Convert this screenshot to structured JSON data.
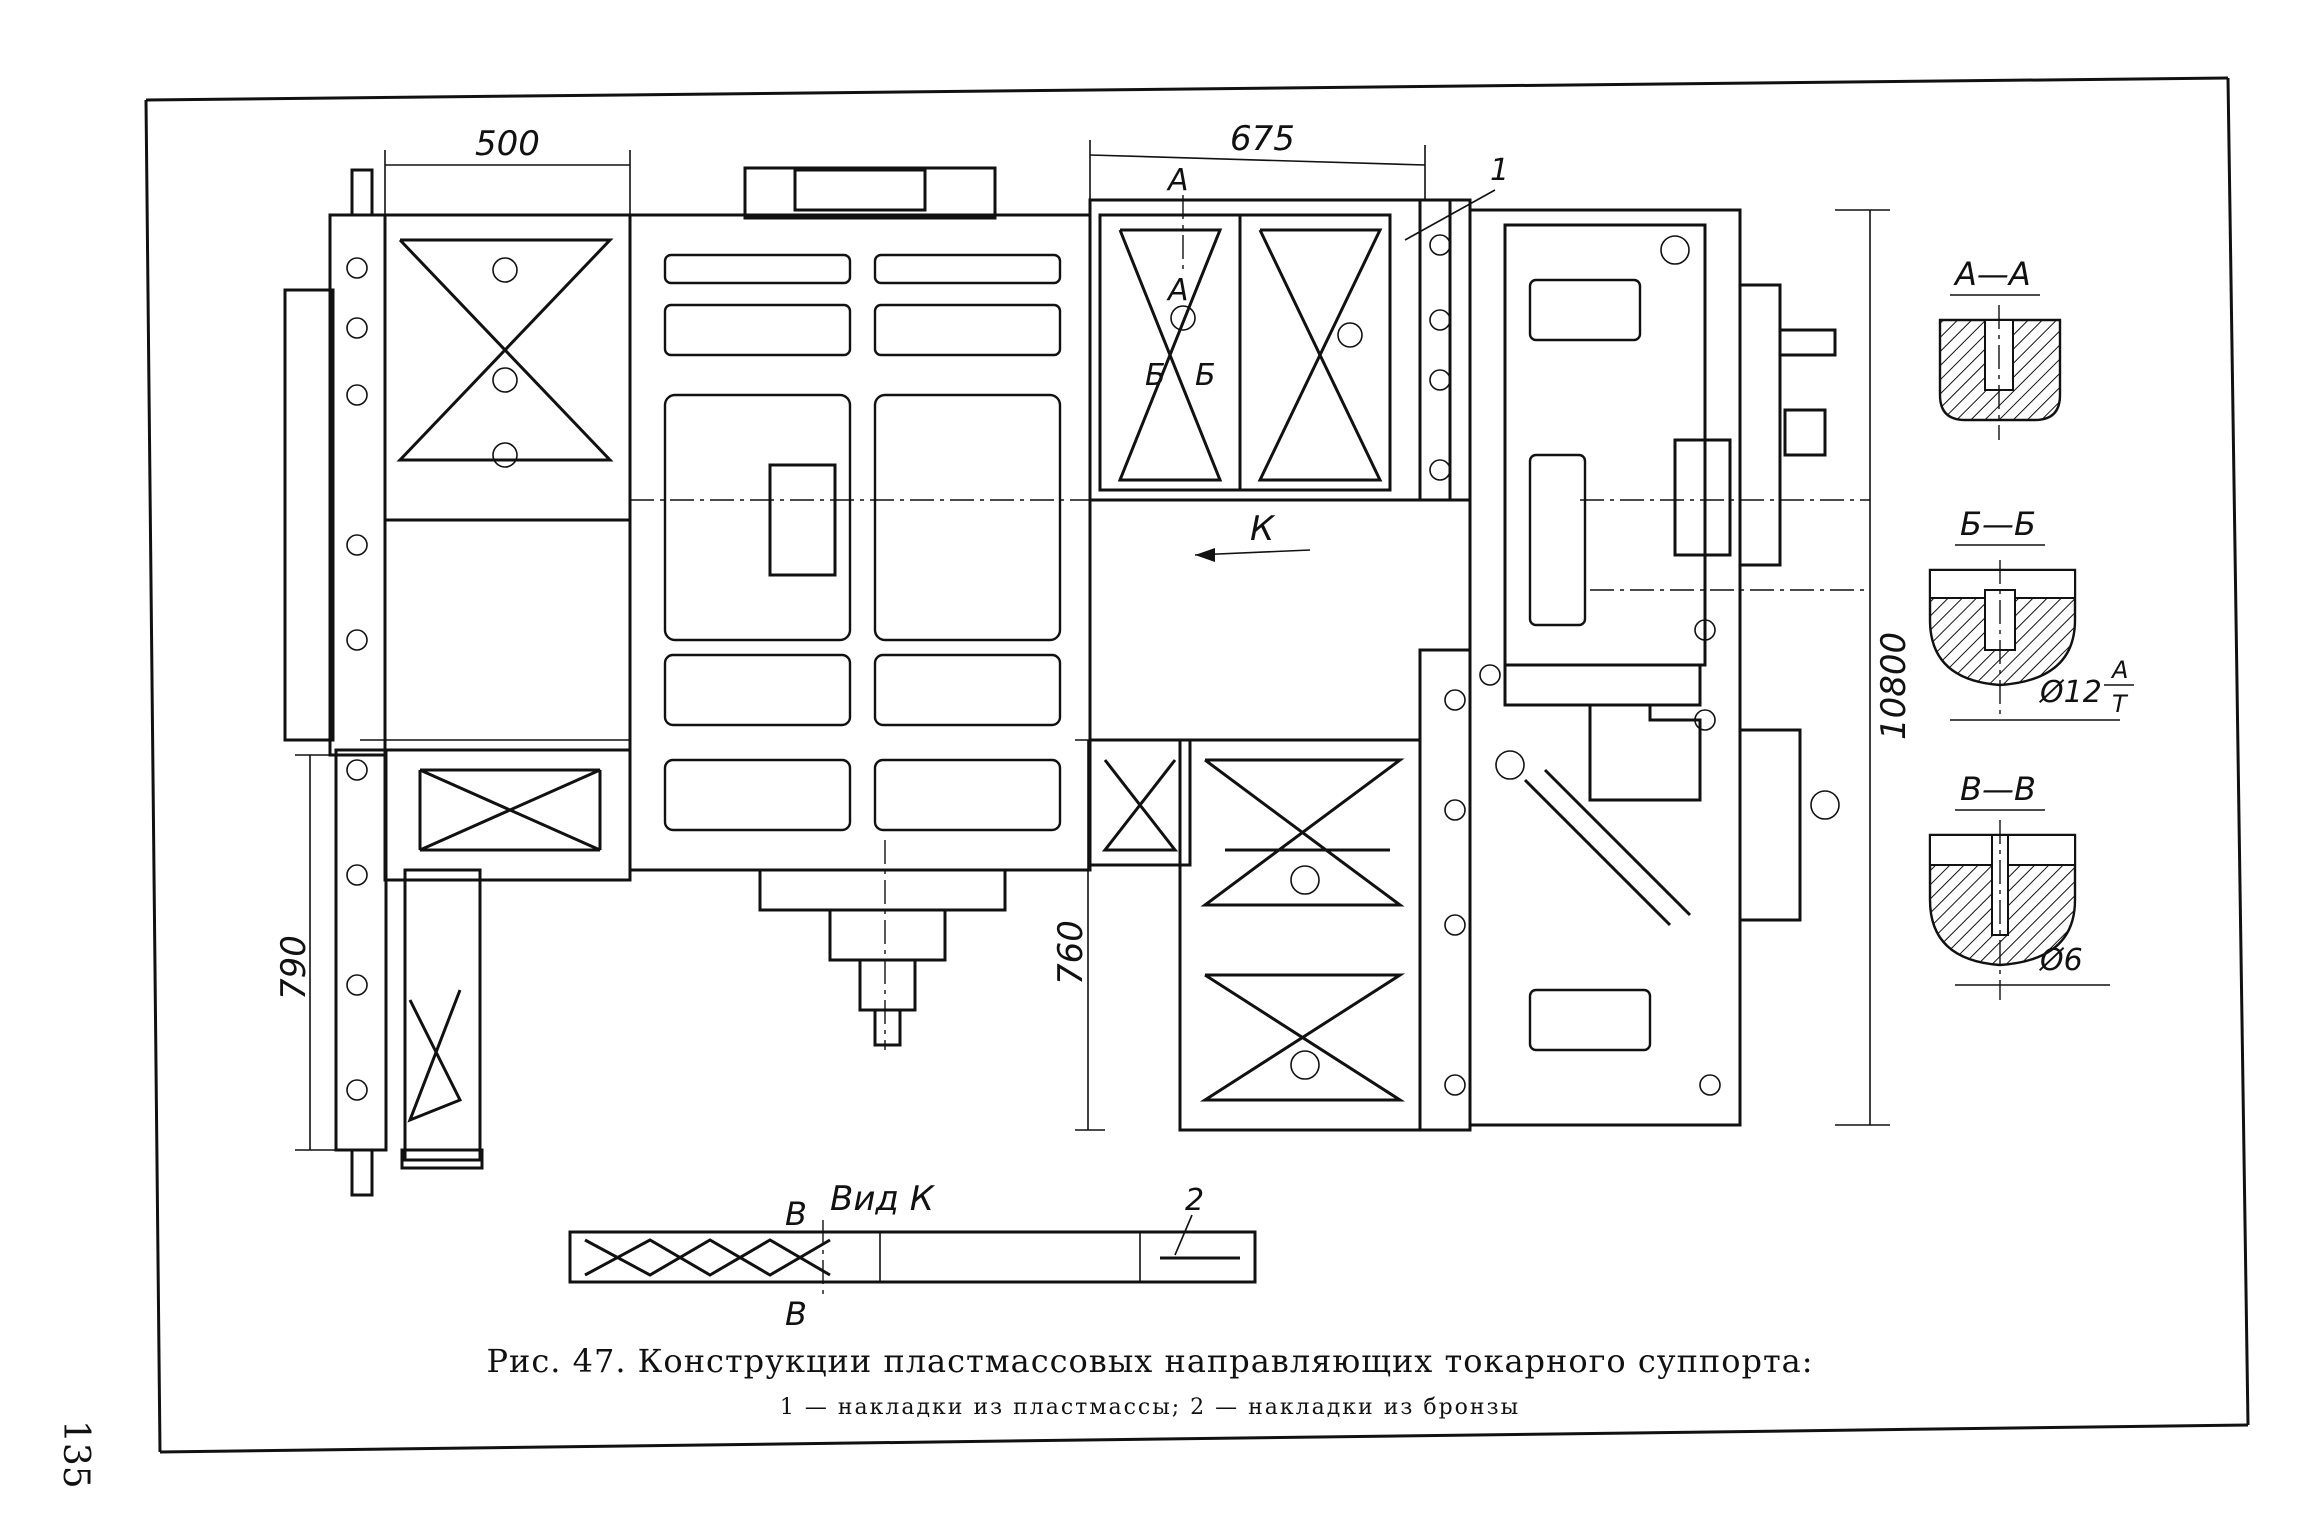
{
  "page_number": "135",
  "dimensions": {
    "top_left": "500",
    "top_mid": "675",
    "right_height": "10800",
    "left_lower": "790",
    "mid_lower": "760"
  },
  "labels": {
    "part_1": "1",
    "part_2": "2",
    "section_a_top": "А",
    "section_a_bottom": "А",
    "section_b_left": "Б",
    "section_b_right": "Б",
    "view_arrow": "К",
    "view_k": "Вид К",
    "section_v_top": "В",
    "section_v_bottom": "В"
  },
  "sections": {
    "a_a": {
      "title": "А—А"
    },
    "b_b": {
      "title": "Б—Б",
      "dim": "Ø12",
      "fit_top": "A",
      "fit_bottom": "Т"
    },
    "v_v": {
      "title": "В—В",
      "dim": "Ø6"
    }
  },
  "caption": {
    "title": "Рис. 47. Конструкции пластмассовых направляющих токарного суппорта:",
    "legend": "1 — накладки из пластмассы; 2 — накладки из бронзы"
  }
}
